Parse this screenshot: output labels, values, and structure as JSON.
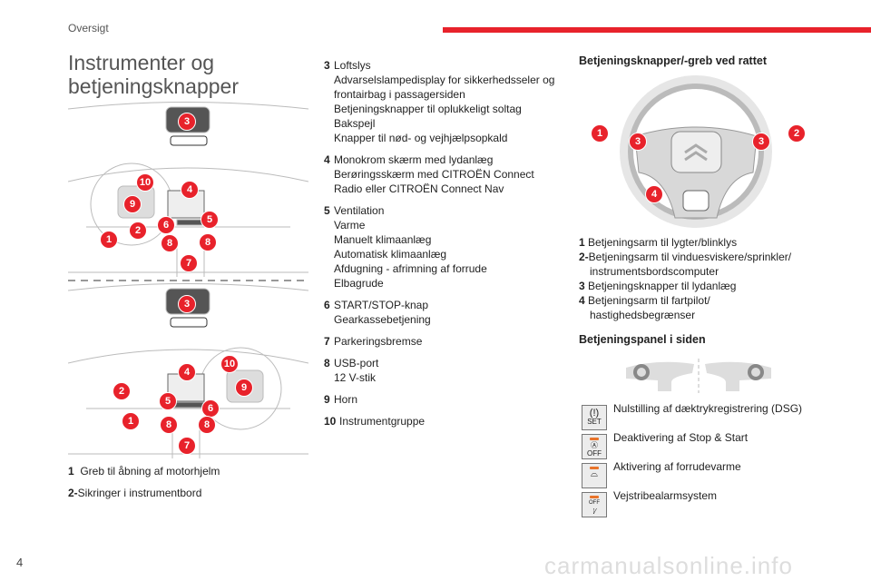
{
  "header": {
    "section": "Oversigt",
    "page_number": "4",
    "accent_color": "#e8222b"
  },
  "title_lines": [
    "Instrumenter og",
    "betjeningsknapper"
  ],
  "diagram_badges": {
    "top": [
      "3",
      "10",
      "4",
      "9",
      "5",
      "6",
      "2",
      "1",
      "8",
      "8",
      "7"
    ],
    "bottom": [
      "3",
      "10",
      "4",
      "9",
      "2",
      "5",
      "6",
      "1",
      "8",
      "8",
      "7"
    ]
  },
  "left_items": [
    {
      "num": "1",
      "lines": [
        "Greb til åbning af motorhjelm"
      ]
    },
    {
      "num": "2-",
      "lines": [
        "Sikringer i instrumentbord"
      ]
    }
  ],
  "middle_items": [
    {
      "num": "3",
      "lines": [
        "Loftslys",
        "Advarselslampedisplay for sikkerhedsseler og",
        "frontairbag i passagersiden",
        "Betjeningsknapper til oplukkeligt soltag",
        "Bakspejl",
        "Knapper til nød- og vejhjælpsopkald"
      ]
    },
    {
      "num": "4",
      "lines": [
        "Monokrom skærm med lydanlæg",
        "Berøringsskærm med CITROËN Connect",
        "Radio eller CITROËN Connect Nav"
      ]
    },
    {
      "num": "5",
      "lines": [
        "Ventilation",
        "Varme",
        "Manuelt klimaanlæg",
        "Automatisk klimaanlæg",
        "Afdugning - afrimning af forrude",
        "Elbagrude"
      ]
    },
    {
      "num": "6",
      "lines": [
        "START/STOP-knap",
        "Gearkassebetjening"
      ]
    },
    {
      "num": "7",
      "lines": [
        "Parkeringsbremse"
      ]
    },
    {
      "num": "8",
      "lines": [
        "USB-port",
        "12 V-stik"
      ]
    },
    {
      "num": "9",
      "lines": [
        "Horn"
      ]
    },
    {
      "num": "10",
      "lines": [
        "Instrumentgruppe"
      ]
    }
  ],
  "wheel_section": {
    "heading": "Betjeningsknapper/-greb ved rattet",
    "badges": [
      "1",
      "3",
      "3",
      "2",
      "4"
    ],
    "items": [
      {
        "num": "1",
        "lines": [
          "Betjeningsarm til lygter/blinklys"
        ]
      },
      {
        "num": "2-",
        "lines": [
          "Betjeningsarm til vinduesviskere/sprinkler/",
          "instrumentsbordscomputer"
        ]
      },
      {
        "num": "3",
        "lines": [
          "Betjeningsknapper til lydanlæg"
        ]
      },
      {
        "num": "4",
        "lines": [
          "Betjeningsarm til fartpilot/",
          "hastighedsbegrænser"
        ]
      }
    ]
  },
  "side_panel": {
    "heading": "Betjeningspanel i siden",
    "buttons": [
      {
        "icon": "tyre-pressure-set-icon",
        "icon_text": "SET",
        "label": "Nulstilling af dæktrykregistrering (DSG)",
        "led": false
      },
      {
        "icon": "stop-start-off-icon",
        "icon_text": "OFF",
        "label": "Deaktivering af Stop & Start",
        "led": true
      },
      {
        "icon": "windscreen-heating-icon",
        "icon_text": "",
        "label": "Aktivering af forrudevarme",
        "led": true
      },
      {
        "icon": "lane-departure-icon",
        "icon_text": "OFF",
        "label": "Vejstribealarmsystem",
        "led": true
      }
    ],
    "led_color": "#e8742b"
  },
  "watermark": "carmanualsonline.info"
}
